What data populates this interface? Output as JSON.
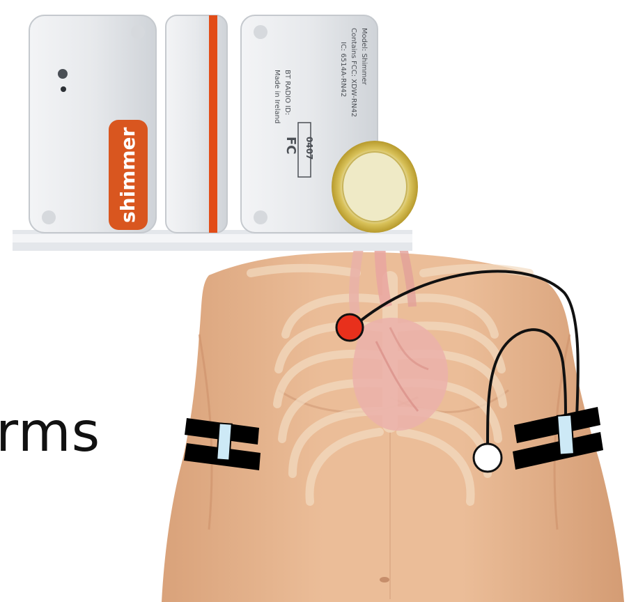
{
  "slide": {
    "text_fragment": "rms"
  },
  "device_photo": {
    "brand_label": "shimmer",
    "back_label_lines": [
      "Model: Shimmer",
      "Contains FCC: XDW-RN42",
      "IC: 6514A-RN42",
      "0407",
      "BT RADIO ID:",
      "Made in Ireland"
    ],
    "colors": {
      "case": "#e8eaec",
      "brand_orange": "#d9561f",
      "coin_gold": "#d8c45a"
    }
  },
  "ecg_diagram": {
    "electrodes": [
      {
        "role": "chest-electrode",
        "color": "#e8301c"
      },
      {
        "role": "reference-electrode",
        "color": "#ffffff"
      }
    ],
    "armbands": [
      {
        "side": "right-arm",
        "band_color": "#000000",
        "sensor_color": "#cde9f6"
      },
      {
        "side": "left-arm",
        "band_color": "#000000",
        "sensor_color": "#cde9f6"
      }
    ],
    "skin_color": "#e6b48f",
    "heart_color": "#e9a6a0"
  }
}
